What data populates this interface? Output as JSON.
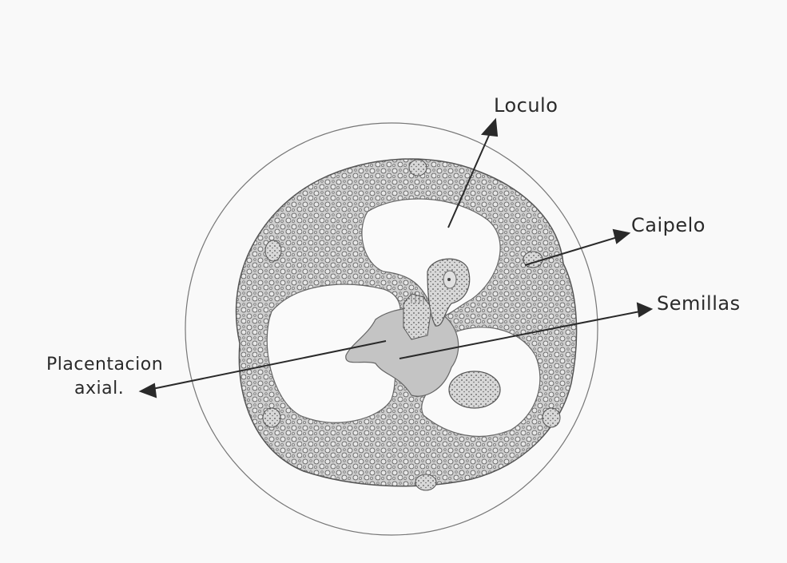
{
  "figure": {
    "subject": "cross section of ovary with axial placentation",
    "colors": {
      "paper": "#f9f9f9",
      "pencil": "#2a2a2a",
      "shading": "#8a8a8a",
      "cell_outline": "#6a6a6a"
    }
  },
  "labels": {
    "loculo": "Loculo",
    "carpelo": "Caipelo",
    "semillas": "Semillas",
    "placentacion_line1": "Placentacion",
    "placentacion_line2": "axial."
  }
}
